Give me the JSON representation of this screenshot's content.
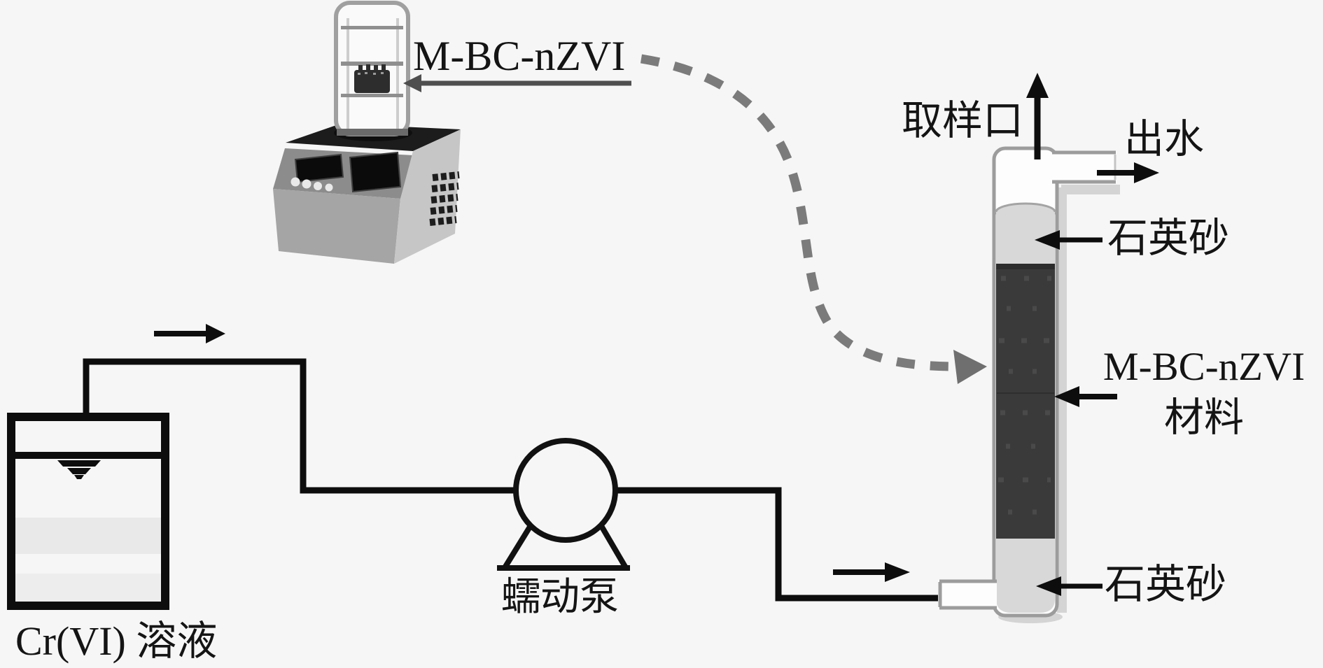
{
  "labels": {
    "freeze_dryer_product": "M-BC-nZVI",
    "sampling_port": "取样口",
    "effluent": "出水",
    "quartz_sand_top": "石英砂",
    "material_line1": "M-BC-nZVI",
    "material_line2": "材料",
    "quartz_sand_bottom": "石英砂",
    "pump": "蠕动泵",
    "feed_solution": "Cr(VI) 溶液"
  },
  "colors": {
    "background": "#f6f6f6",
    "pipe": "#0d0d0d",
    "dashed_transfer": "#7b7b7b",
    "material_fill": "#3a3a3a",
    "material_band": "#2c2c2c",
    "quartz_sand_fill": "#d8d8d8",
    "tube_outline": "#9c9c9c",
    "label_arrow": "#4f4f4f"
  }
}
